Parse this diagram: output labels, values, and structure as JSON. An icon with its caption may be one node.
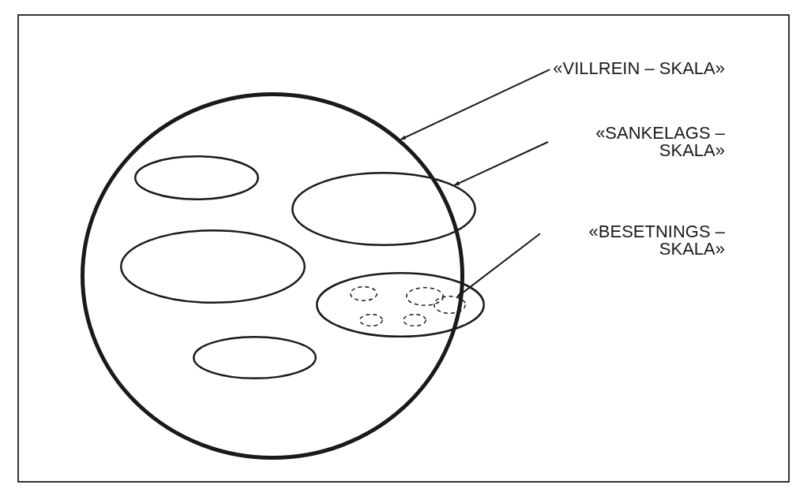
{
  "diagram": {
    "nodes": [
      {
        "text": [],
        "shape": "ellipse"
      },
      {
        "text": [],
        "shape": "ellipse",
        "in": 0
      },
      {
        "text": [],
        "shape": "ellipse",
        "in": 0
      },
      {
        "text": [],
        "shape": "ellipse",
        "in": 0
      },
      {
        "text": [],
        "shape": "ellipse",
        "in": 0
      },
      {
        "text": [],
        "shape": "ellipse",
        "in": 4
      },
      {
        "text": [],
        "shape": "ellipse",
        "in": 4
      },
      {
        "text": [],
        "shape": "ellipse",
        "in": 4
      },
      {
        "text": [],
        "shape": "ellipse",
        "in": 4
      },
      {
        "text": [],
        "shape": "ellipse",
        "in": 4
      },
      {
        "text": [],
        "shape": "ellipse",
        "in": 0
      },
      {
        "text": [
          "«VILLREIN – SKALA»"
        ]
      },
      {
        "text": [
          "«SANKELAGS – SKALA»"
        ]
      },
      {
        "text": [
          "«BESETNINGS – SKALA»"
        ]
      }
    ],
    "edges": [
      {
        "from": 11,
        "to": 0,
        "arrow": "to"
      },
      {
        "from": 12,
        "to": 2,
        "arrow": "to"
      },
      {
        "from": 13,
        "to": 7,
        "arrow": "to"
      }
    ]
  }
}
